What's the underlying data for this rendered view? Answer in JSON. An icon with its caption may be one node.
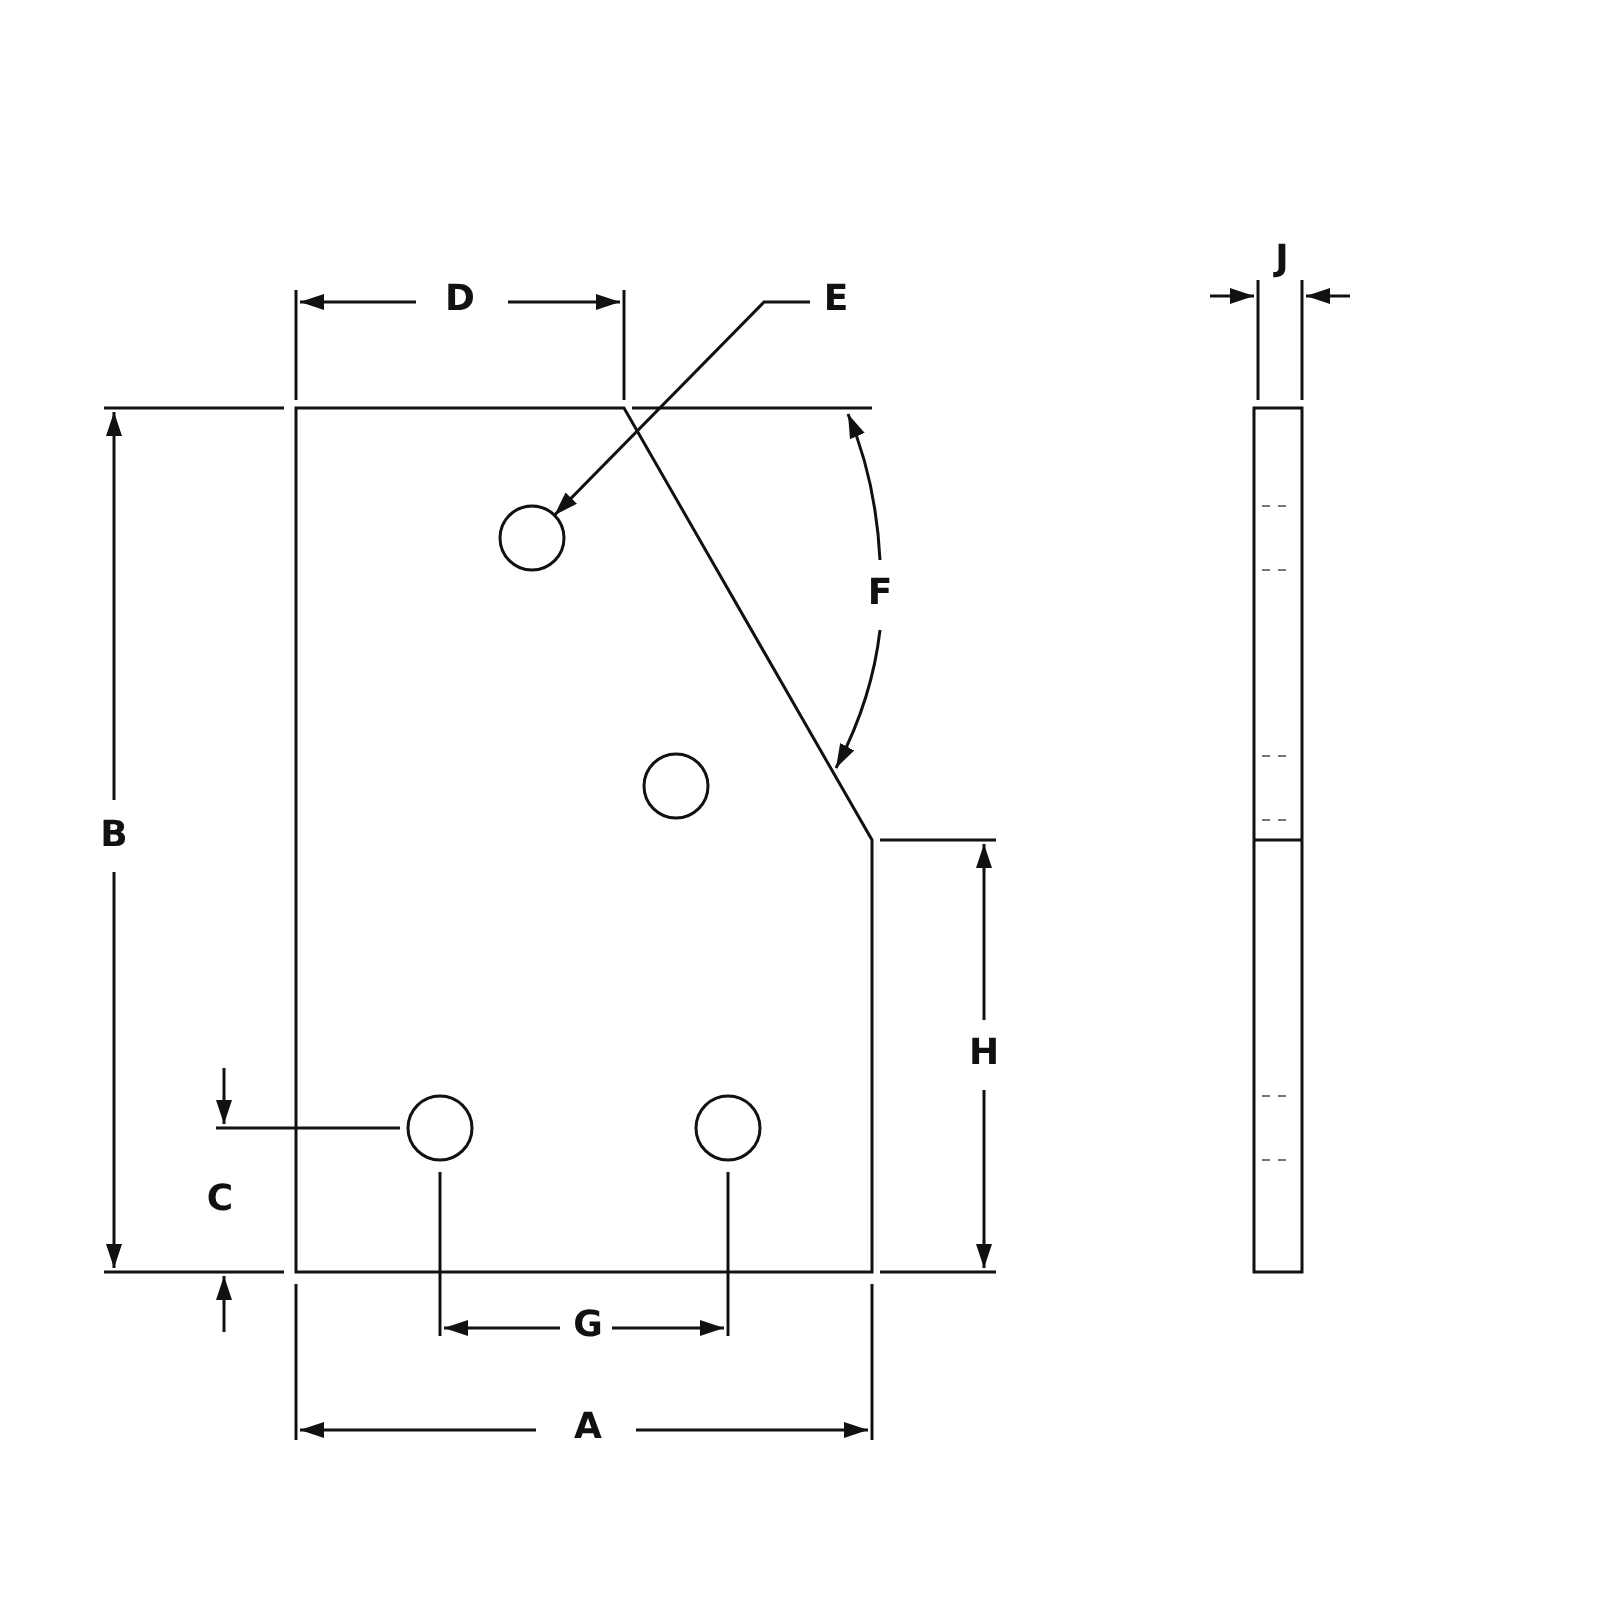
{
  "diagram": {
    "nodes": [
      {
        "text": [
          "E"
        ]
      },
      {
        "text": [],
        "shape": "circle"
      },
      {
        "text": [],
        "shape": "circle"
      },
      {
        "text": [],
        "shape": "circle"
      },
      {
        "text": [],
        "shape": "circle"
      }
    ],
    "edges": [
      {
        "from": 0,
        "to": 1,
        "arrow": "to"
      }
    ],
    "labels": [
      "J",
      "D",
      "F",
      "B",
      "H",
      "C",
      "G",
      "A"
    ]
  }
}
